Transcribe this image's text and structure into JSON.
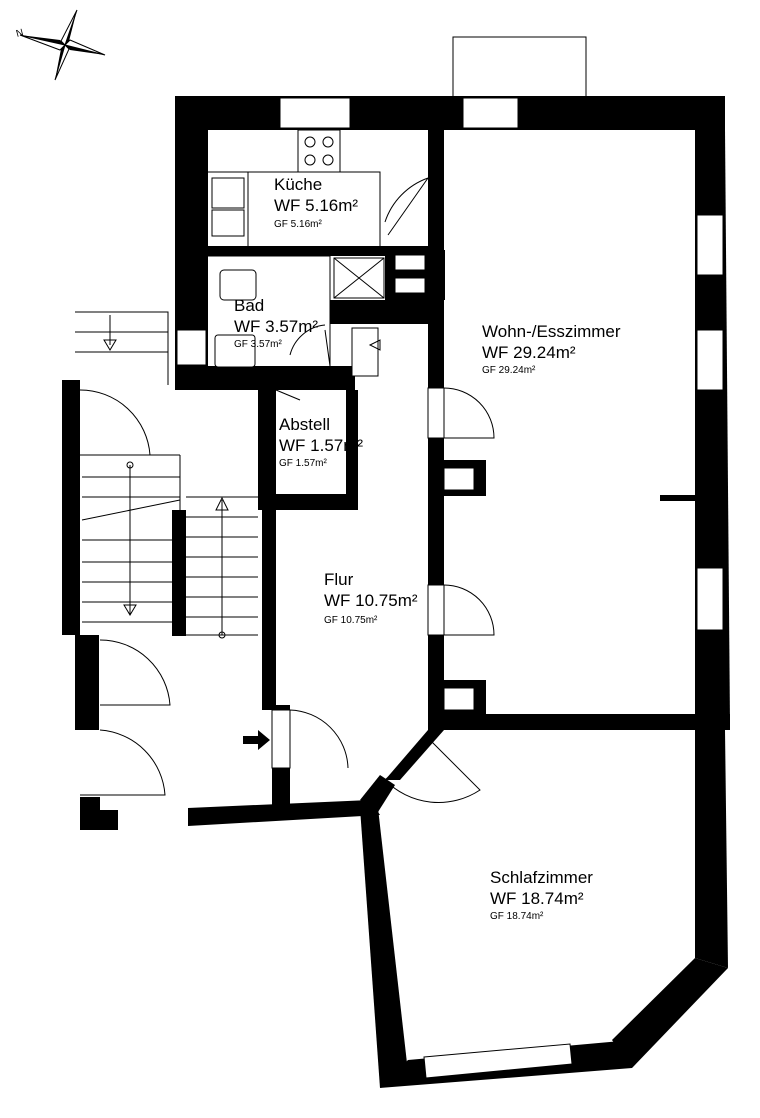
{
  "compass": {
    "label": "N",
    "icon": "compass-rose-icon"
  },
  "rooms": {
    "kueche": {
      "name": "Küche",
      "wf": "WF 5.16m²",
      "gf": "GF 5.16m²"
    },
    "bad": {
      "name": "Bad",
      "wf": "WF 3.57m²",
      "gf": "GF 3.57m²"
    },
    "abstell": {
      "name": "Abstell",
      "wf": "WF 1.57m²",
      "gf": "GF 1.57m²"
    },
    "wohnen": {
      "name": "Wohn-/Esszimmer",
      "wf": "WF 29.24m²",
      "gf": "GF 29.24m²"
    },
    "flur": {
      "name": "Flur",
      "wf": "WF 10.75m²",
      "gf": "GF 10.75m²"
    },
    "schlafen": {
      "name": "Schlafzimmer",
      "wf": "WF 18.74m²",
      "gf": "GF 18.74m²"
    }
  },
  "colors": {
    "wall": "#000000",
    "background": "#ffffff"
  }
}
